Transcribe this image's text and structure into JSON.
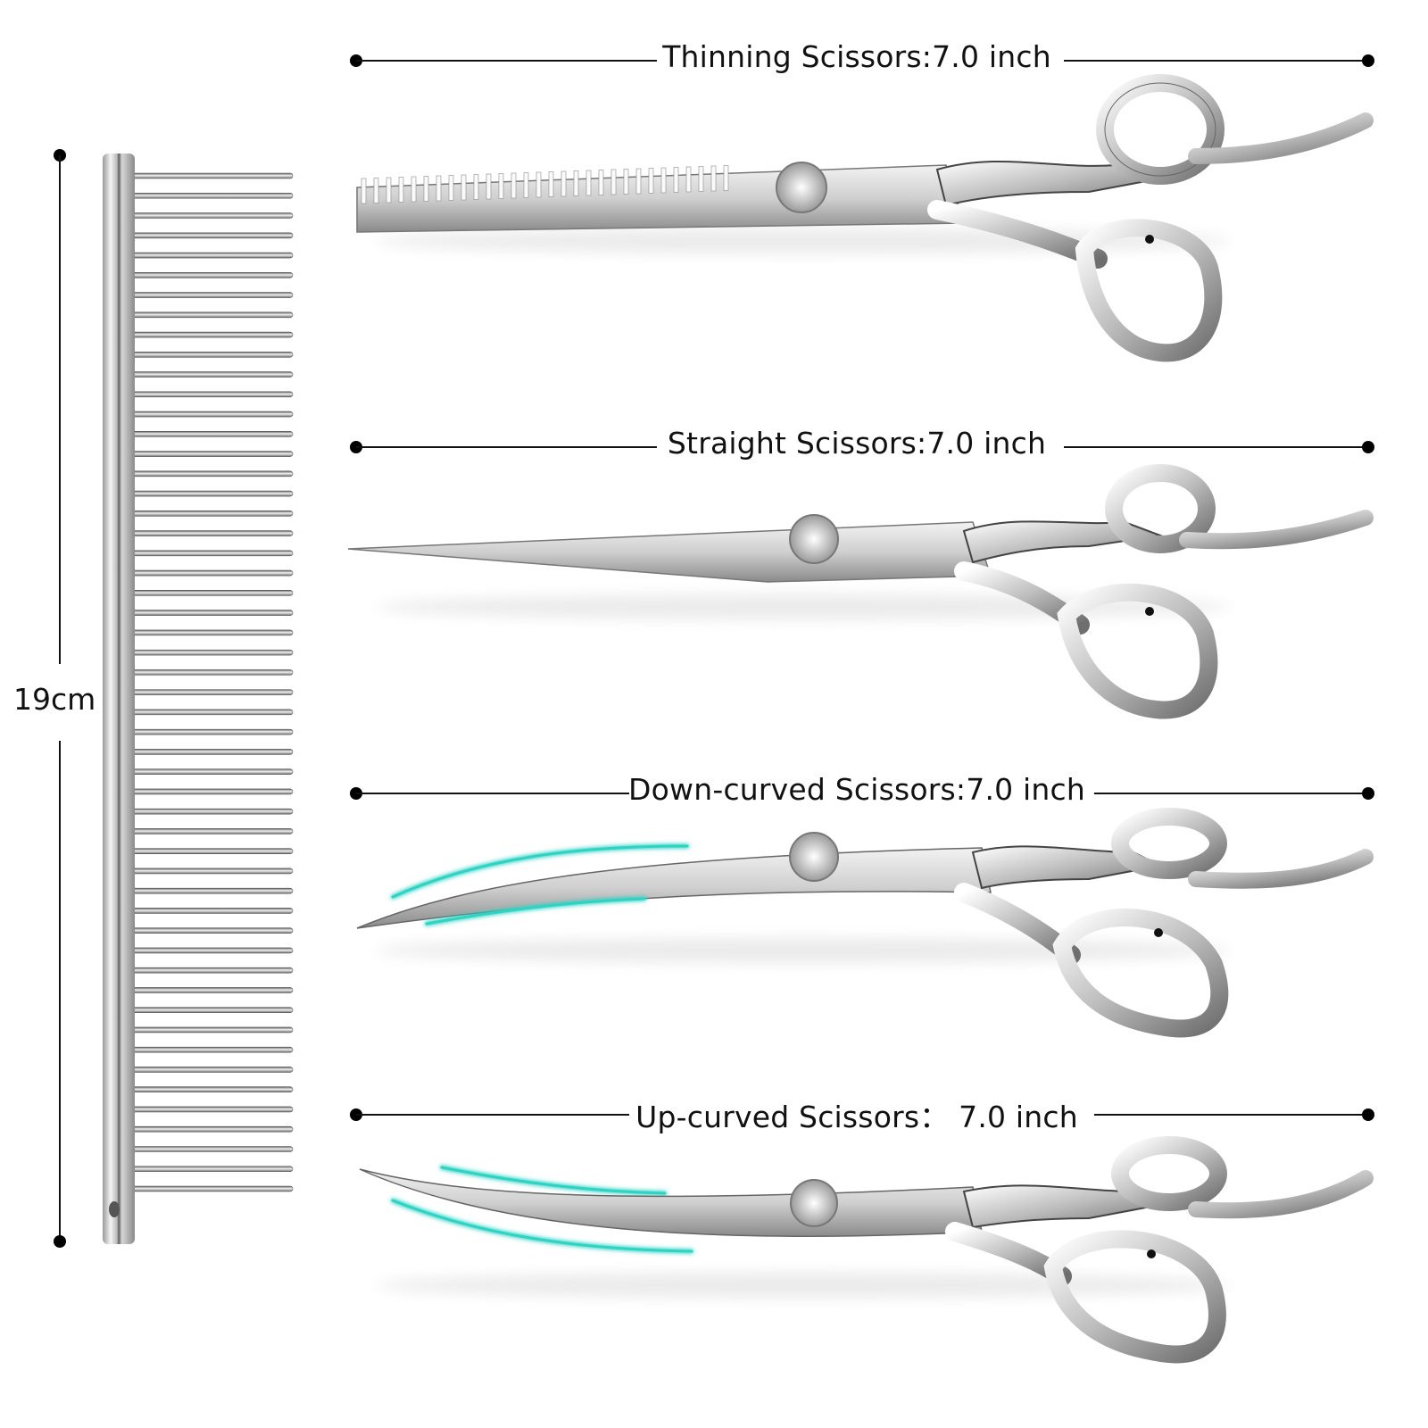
{
  "comb": {
    "measurement_label": "19cm",
    "teeth_count": 52
  },
  "scissors": [
    {
      "label": "Thinning Scissors:7.0 inch",
      "type": "thinning"
    },
    {
      "label": "Straight Scissors:7.0 inch",
      "type": "straight"
    },
    {
      "label": "Down-curved Scissors:7.0 inch",
      "type": "down-curved"
    },
    {
      "label": "Up-curved Scissors： 7.0 inch",
      "type": "up-curved"
    }
  ],
  "colors": {
    "accent_swoosh": "#2ed3c4",
    "line": "#111111",
    "steel_light": "#e8e8e8",
    "steel_dark": "#6d6d6d"
  }
}
